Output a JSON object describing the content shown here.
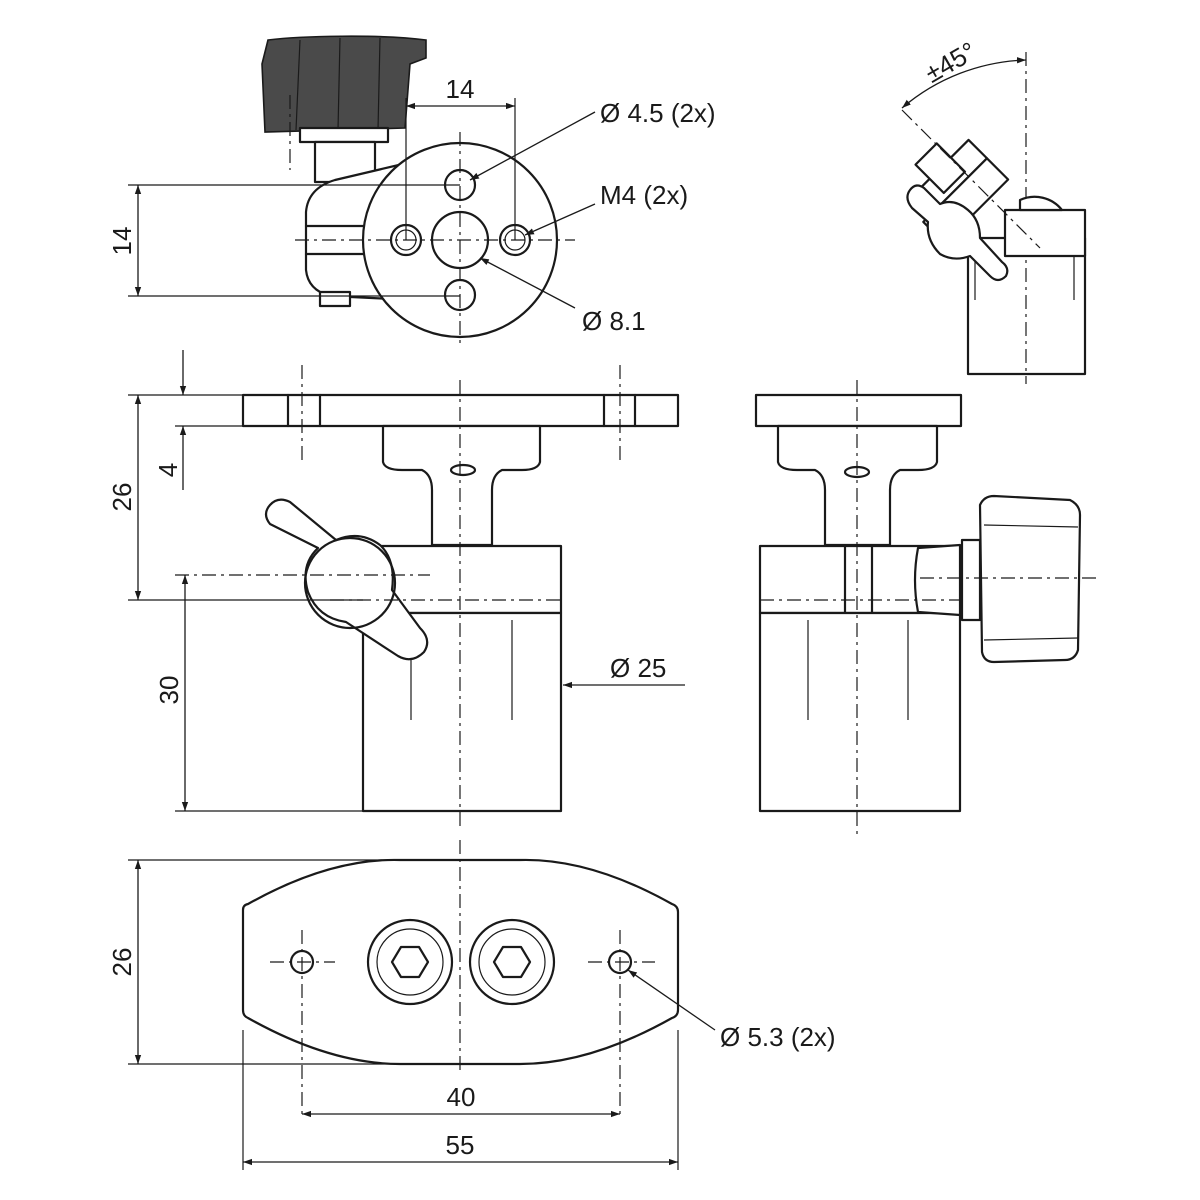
{
  "dimensions": {
    "top_view": {
      "hole_spacing": "14",
      "height": "14",
      "hole_a": "Ø 4.5 (2x)",
      "thread": "M4 (2x)",
      "center_bore": "Ø 8.1"
    },
    "front_view": {
      "overall_height": "26",
      "plate_thickness": "4",
      "body_height": "30",
      "body_diameter": "Ø 25"
    },
    "bottom_view": {
      "height": "26",
      "hole_spacing": "40",
      "overall_width": "55",
      "mount_holes": "Ø 5.3 (2x)"
    },
    "swivel_angle": "±45°"
  },
  "colors": {
    "line": "#1a1a1a",
    "knob": "#4a4a4a",
    "background": "#ffffff"
  }
}
